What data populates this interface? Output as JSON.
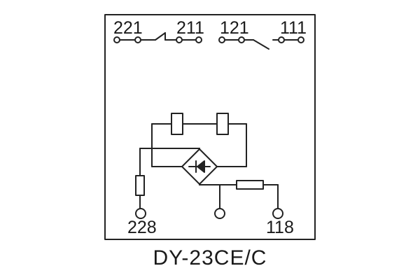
{
  "colors": {
    "line": "#222222",
    "background": "#ffffff"
  },
  "diagram": {
    "model": "DY-23CE/C",
    "contacts": {
      "left_pair": {
        "left": "221",
        "right": "211"
      },
      "right_pair": {
        "left": "121",
        "right": "111"
      }
    },
    "terminals": {
      "left": "228",
      "right": "118"
    },
    "rectifier_icon": "bridge-rectifier-icon"
  }
}
